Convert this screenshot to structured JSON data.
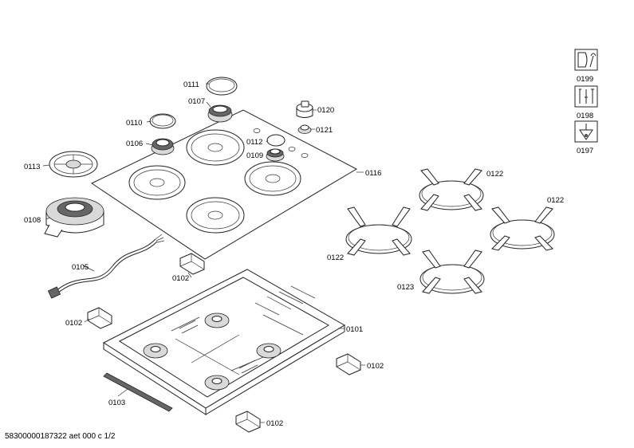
{
  "labels": {
    "p0111": "0111",
    "p0107": "0107",
    "p0110": "0110",
    "p0106": "0106",
    "p0120": "0120",
    "p0121": "0121",
    "p0112": "0112",
    "p0109": "0109",
    "p0113": "0113",
    "p0116": "0116",
    "p0108": "0108",
    "p0122a": "0122",
    "p0122b": "0122",
    "p0122c": "0122",
    "p0123": "0123",
    "p0105": "0105",
    "p0102a": "0102",
    "p0102b": "0102",
    "p0102c": "0102",
    "p0102d": "0102",
    "p0101": "0101",
    "p0103": "0103",
    "p0199": "0199",
    "p0198": "0198",
    "p0197": "0197"
  },
  "icons": {
    "i0199": "manual-wrench-icon",
    "i0198": "tools-icon",
    "i0197": "lubricant-icon"
  },
  "footer": {
    "document_id": "58300000187322 aet 000 c 1/2"
  }
}
